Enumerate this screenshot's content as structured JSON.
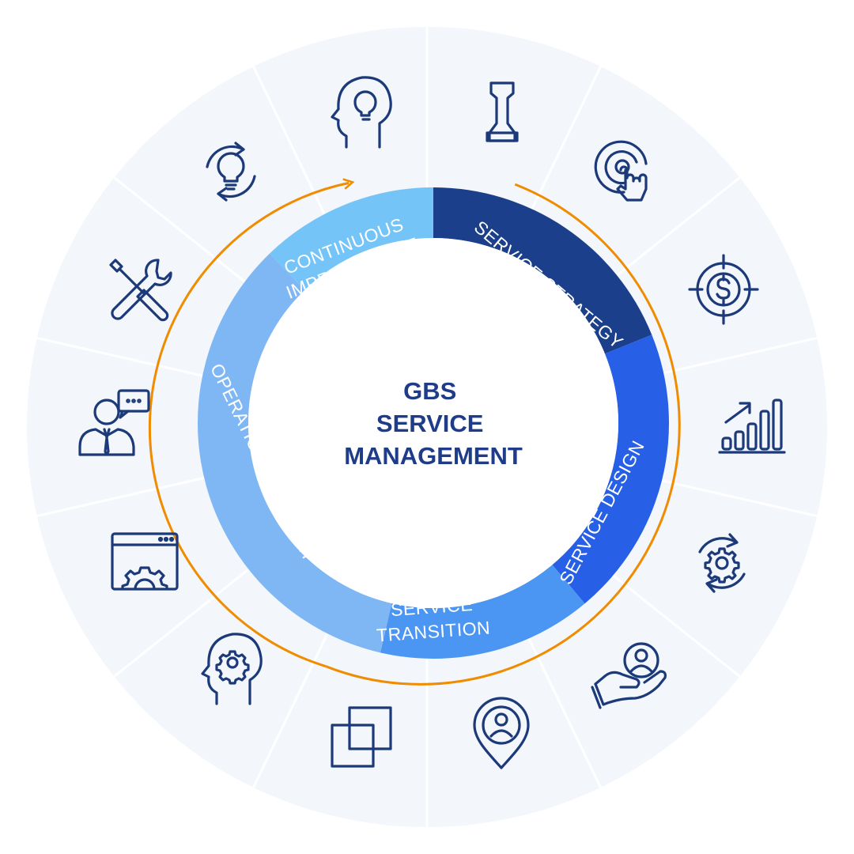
{
  "center": {
    "lines": [
      "GBS",
      "SERVICE",
      "MANAGEMENT"
    ]
  },
  "stages": [
    {
      "id": "service-strategy",
      "lines": [
        "SERVICE STRATEGY"
      ],
      "color": "#1b3f8a"
    },
    {
      "id": "service-design",
      "lines": [
        "SERVICE DESIGN"
      ],
      "color": "#2760e6"
    },
    {
      "id": "service-transition",
      "lines": [
        "SERVICE",
        "TRANSITION"
      ],
      "color": "#4b96f2"
    },
    {
      "id": "operations-support",
      "lines": [
        "OPERATIONS SUPPORT"
      ],
      "color": "#7fb7f5"
    },
    {
      "id": "continuous-improvement",
      "lines": [
        "CONTINUOUS",
        "IMPROVEMENT"
      ],
      "color": "#75c4f8"
    }
  ],
  "icons": [
    "chess-rook-icon",
    "touch-target-icon",
    "dollar-target-icon",
    "growth-chart-icon",
    "gear-cycle-icon",
    "hand-user-icon",
    "location-user-icon",
    "overlap-squares-icon",
    "head-gear-icon",
    "browser-gear-icon",
    "speaker-chat-icon",
    "tools-icon",
    "bulb-cycle-icon",
    "head-bulb-icon"
  ],
  "colors": {
    "outer_ring": "#f3f6fb",
    "divider": "#ffffff",
    "arrow": "#f08c00",
    "icon_stroke": "#1c3a7a",
    "title": "#1f3c88"
  }
}
